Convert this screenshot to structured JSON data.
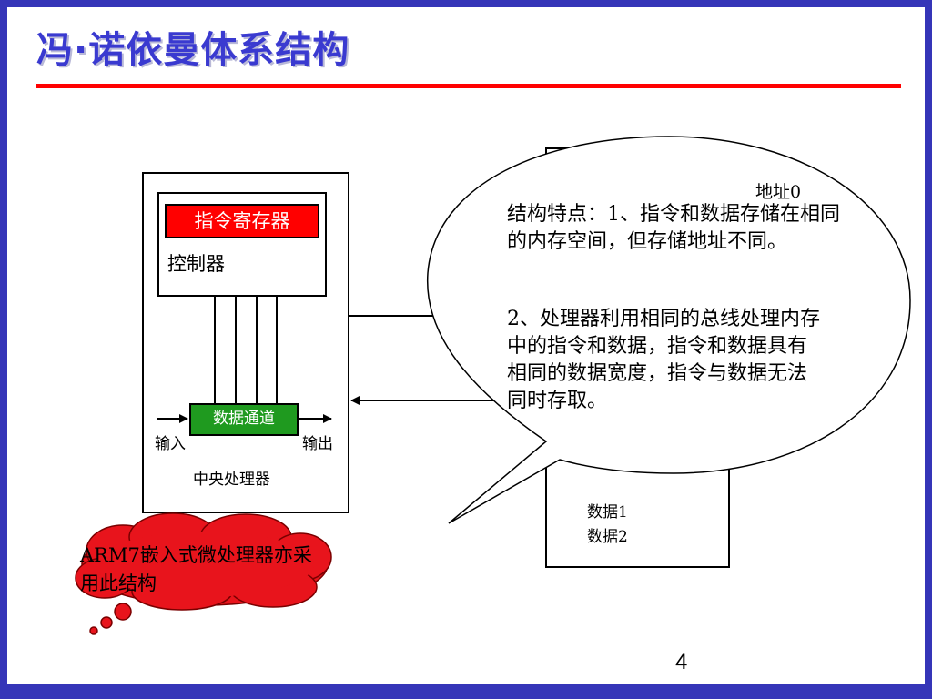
{
  "slide": {
    "title": "冯·诺依曼体系结构",
    "page_number": "4"
  },
  "cpu": {
    "instruction_register": "指令寄存器",
    "controller": "控制器",
    "datapath": "数据通道",
    "input": "输入",
    "output": "输出",
    "cpu_label": "中央处理器"
  },
  "memory": {
    "address0": "地址0",
    "data1": "数据1",
    "data2": "数据2"
  },
  "callout": {
    "para1": "结构特点：1、指令和数据存储在相同的内存空间，但存储地址不同。",
    "para2": "2、处理器利用相同的总线处理内存中的指令和数据，指令和数据具有相同的数据宽度，指令与数据无法同时存取。"
  },
  "cloud": {
    "note": "ARM7嵌入式微处理器亦采用此结构"
  },
  "colors": {
    "frame": "#3535b8",
    "title": "#3a3ad0",
    "rule": "#ff0000",
    "register_fill": "#ff0000",
    "datapath_fill": "#1f9a1f",
    "cloud_fill": "#e8141c"
  }
}
